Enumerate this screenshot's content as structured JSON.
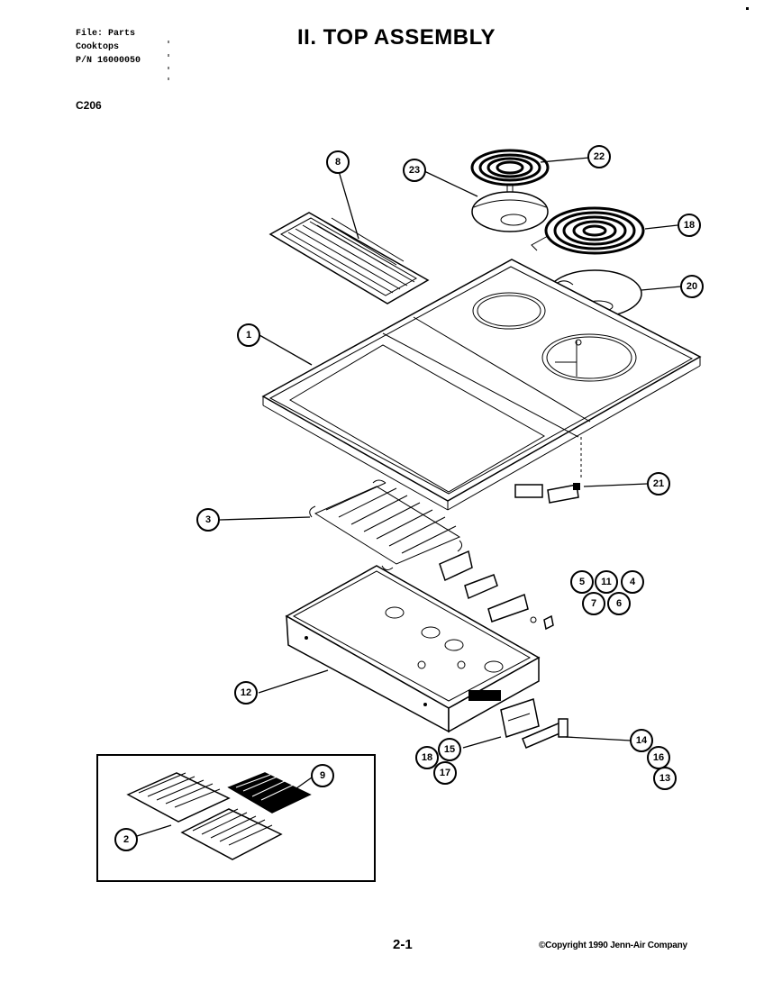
{
  "header": {
    "file_line": "File: Parts",
    "category_line": "Cooktops",
    "pn_line": "P/N 16000050"
  },
  "model_code": "C206",
  "title": "II. TOP ASSEMBLY",
  "page_number": "2-1",
  "copyright": "©Copyright 1990 Jenn-Air Company",
  "callouts": {
    "c1": "1",
    "c2": "2",
    "c3": "3",
    "c4": "4",
    "c5": "5",
    "c6": "6",
    "c7": "7",
    "c8": "8",
    "c9": "9",
    "c11": "11",
    "c12": "12",
    "c13": "13",
    "c14": "14",
    "c15": "15",
    "c16": "16",
    "c17": "17",
    "c18a": "18",
    "c18b": "18",
    "c20": "20",
    "c21": "21",
    "c22": "22",
    "c23": "23"
  }
}
